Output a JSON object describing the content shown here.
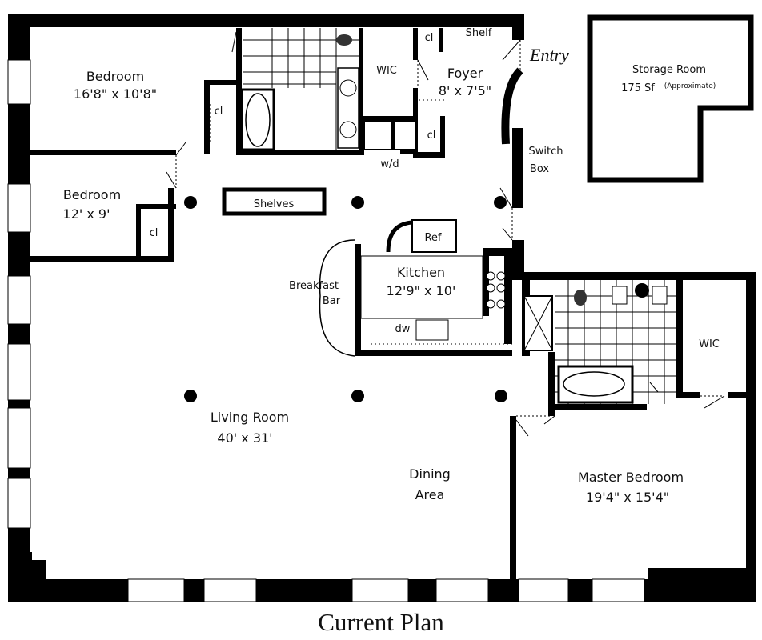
{
  "title": "Current Plan",
  "rooms": {
    "bedroom1": {
      "name": "Bedroom",
      "size": "16'8\" x 10'8\""
    },
    "bedroom2": {
      "name": "Bedroom",
      "size": "12' x 9'"
    },
    "foyer": {
      "name": "Foyer",
      "size": "8' x 7'5\""
    },
    "storage": {
      "name": "Storage Room",
      "size": "175 Sf",
      "note": "(Approximate)"
    },
    "kitchen": {
      "name": "Kitchen",
      "size": "12'9\" x 10'"
    },
    "living": {
      "name": "Living Room",
      "size": "40' x 31'"
    },
    "dining": {
      "name": "Dining",
      "name2": "Area"
    },
    "master": {
      "name": "Master Bedroom",
      "size": "19'4\" x 15'4\""
    }
  },
  "labels": {
    "entry": "Entry",
    "shelf": "Shelf",
    "wic1": "WIC",
    "wic2": "WIC",
    "cl1": "cl",
    "cl2": "cl",
    "cl3": "cl",
    "cl4": "cl",
    "wd": "w/d",
    "switch": "Switch",
    "box": "Box",
    "shelves": "Shelves",
    "ref": "Ref",
    "breakfast": "Breakfast",
    "bar": "Bar",
    "dw": "dw"
  }
}
